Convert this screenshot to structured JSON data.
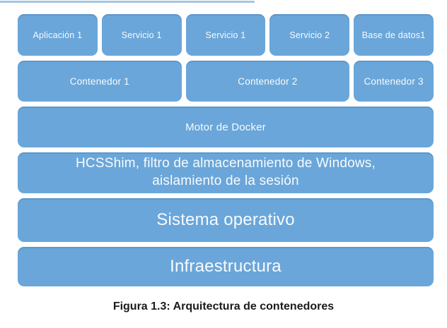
{
  "page": {
    "background_color": "#ffffff",
    "top_line_color": "#a4c7e4",
    "caption": "Figura 1.3: Arquitectura de contenedores",
    "caption_color": "#1b1b1b"
  },
  "diagram": {
    "box_color": "#6aa6d9",
    "box_text_color": "#ffffff",
    "apps": [
      {
        "label": "Aplicación 1"
      },
      {
        "label": "Servicio 1"
      },
      {
        "label": "Servicio 1"
      },
      {
        "label": "Servicio 2"
      },
      {
        "label": "Base de datos1"
      }
    ],
    "containers": [
      {
        "label": "Contenedor 1"
      },
      {
        "label": "Contenedor 2"
      },
      {
        "label": "Contenedor 3"
      }
    ],
    "layers": {
      "engine": "Motor de Docker",
      "hcsshim_line1": "HCSShim, filtro de almacenamiento de Windows,",
      "hcsshim_line2": "aislamiento de la sesión",
      "os": "Sistema operativo",
      "infrastructure": "Infraestructura"
    }
  }
}
